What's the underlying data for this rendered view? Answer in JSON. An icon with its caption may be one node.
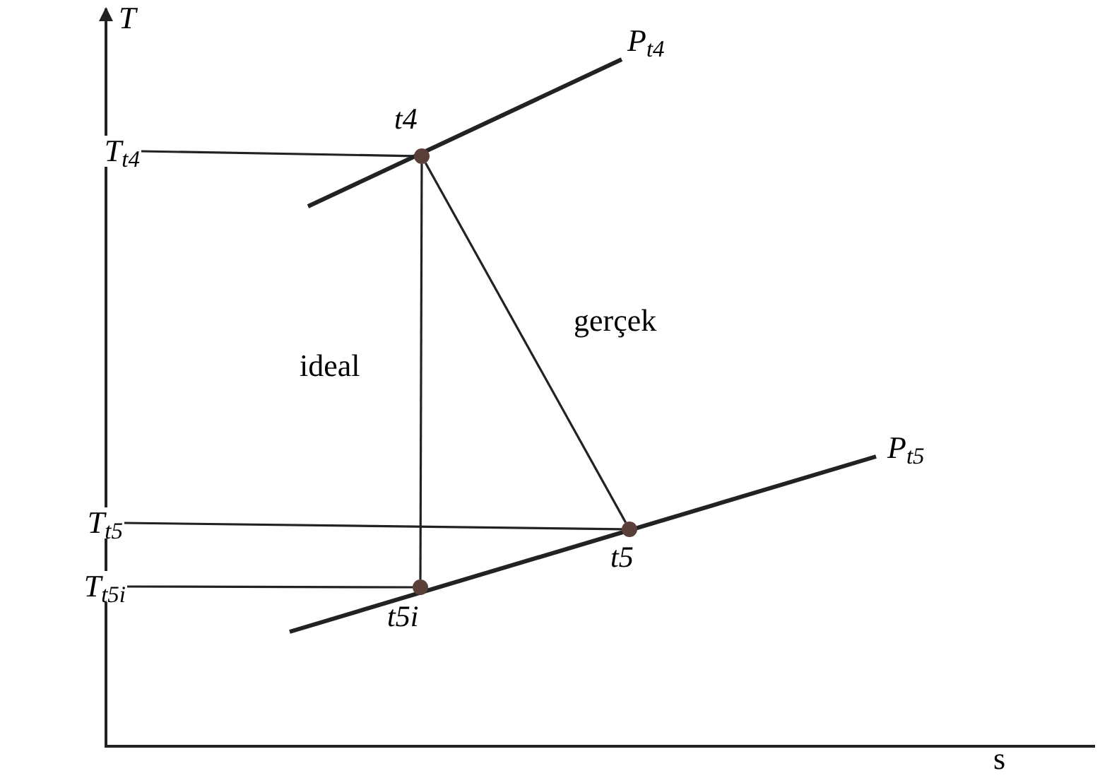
{
  "diagram": {
    "nodes": [
      {
        "text": [
          "T$_{t4}$"
        ]
      },
      {
        "text": [],
        "shape": "circle",
        "beside": [
          "t4"
        ]
      },
      {
        "text": [
          "T$_{t5}$"
        ]
      },
      {
        "text": [
          "T$_{t5i}$"
        ]
      },
      {
        "text": [],
        "shape": "circle",
        "beside": [
          "t5"
        ]
      },
      {
        "text": [],
        "shape": "circle",
        "beside": [
          "t5i"
        ]
      }
    ],
    "edges": [
      {
        "from": 0,
        "to": 1,
        "arrow": "none"
      },
      {
        "from": 1,
        "to": 5,
        "arrow": "none",
        "label": "ideal"
      },
      {
        "from": 1,
        "to": 4,
        "arrow": "none",
        "label": "gerçek"
      },
      {
        "from": 2,
        "to": 4,
        "arrow": "none"
      },
      {
        "from": 3,
        "to": 5,
        "arrow": "none"
      }
    ],
    "labels": [
      "T",
      "P$_{t4}$",
      "P$_{t5}$",
      "s"
    ]
  }
}
